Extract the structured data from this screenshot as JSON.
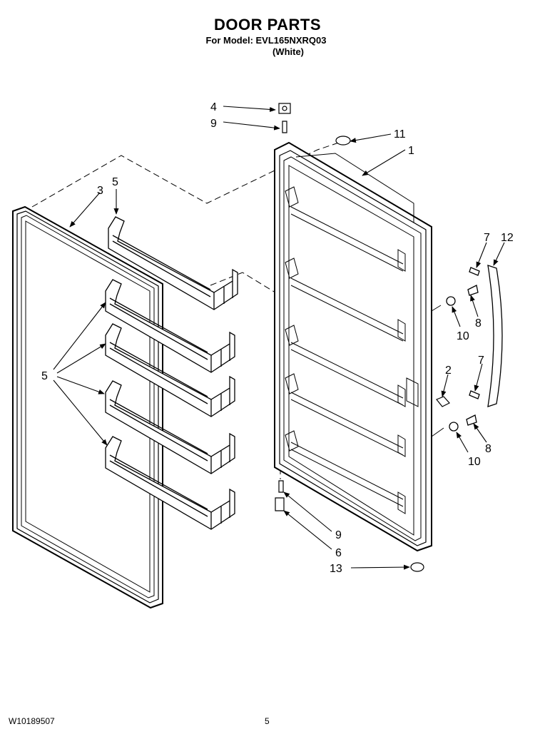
{
  "header": {
    "title": "DOOR PARTS",
    "model_line": "For Model: EVL165NXRQ03",
    "variant": "(White)"
  },
  "footer": {
    "doc_number": "W10189507",
    "page_number": "5"
  },
  "callouts": {
    "c4": "4",
    "c9_top": "9",
    "c11": "11",
    "c1": "1",
    "c3": "3",
    "c5_top": "5",
    "c5_group": "5",
    "c7_top": "7",
    "c12": "12",
    "c8_top": "8",
    "c10_top": "10",
    "c2": "2",
    "c7_bottom": "7",
    "c8_bottom": "8",
    "c10_bottom": "10",
    "c9_bottom": "9",
    "c6": "6",
    "c13": "13"
  }
}
